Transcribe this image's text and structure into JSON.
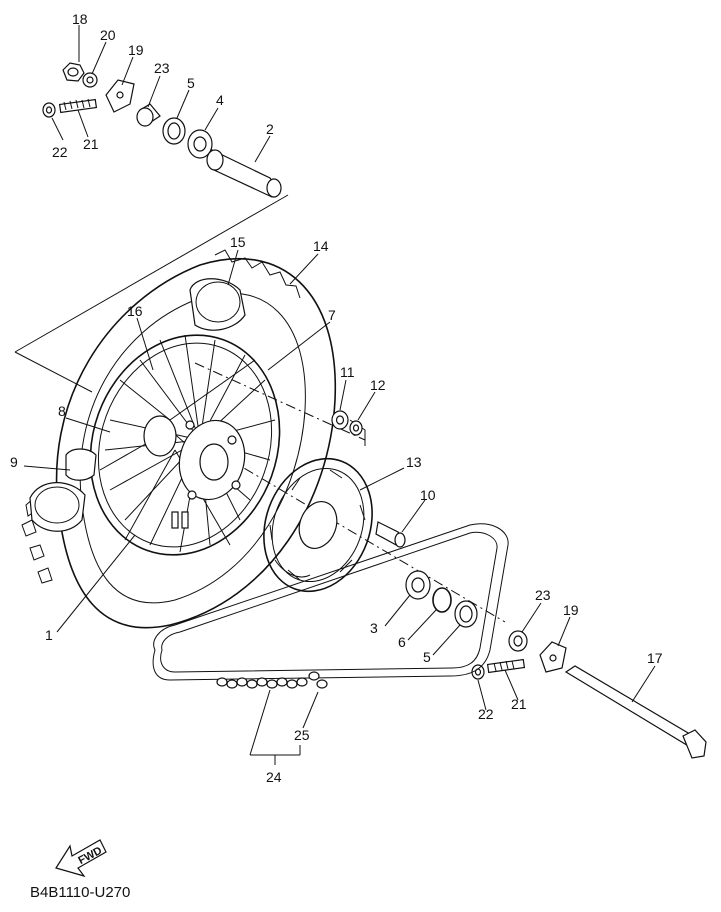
{
  "diagram_code": "B4B1110-U270",
  "fwd_label": "FWD",
  "callouts": [
    {
      "id": "c18",
      "text": "18"
    },
    {
      "id": "c20",
      "text": "20"
    },
    {
      "id": "c19a",
      "text": "19"
    },
    {
      "id": "c23a",
      "text": "23"
    },
    {
      "id": "c5a",
      "text": "5"
    },
    {
      "id": "c4",
      "text": "4"
    },
    {
      "id": "c2",
      "text": "2"
    },
    {
      "id": "c22a",
      "text": "22"
    },
    {
      "id": "c21a",
      "text": "21"
    },
    {
      "id": "c15",
      "text": "15"
    },
    {
      "id": "c14",
      "text": "14"
    },
    {
      "id": "c16",
      "text": "16"
    },
    {
      "id": "c7",
      "text": "7"
    },
    {
      "id": "c11",
      "text": "11"
    },
    {
      "id": "c12",
      "text": "12"
    },
    {
      "id": "c8",
      "text": "8"
    },
    {
      "id": "c13",
      "text": "13"
    },
    {
      "id": "c9",
      "text": "9"
    },
    {
      "id": "c10",
      "text": "10"
    },
    {
      "id": "c3",
      "text": "3"
    },
    {
      "id": "c6",
      "text": "6"
    },
    {
      "id": "c5b",
      "text": "5"
    },
    {
      "id": "c23b",
      "text": "23"
    },
    {
      "id": "c19b",
      "text": "19"
    },
    {
      "id": "c17",
      "text": "17"
    },
    {
      "id": "c22b",
      "text": "22"
    },
    {
      "id": "c21b",
      "text": "21"
    },
    {
      "id": "c1",
      "text": "1"
    },
    {
      "id": "c25",
      "text": "25"
    },
    {
      "id": "c24",
      "text": "24"
    }
  ]
}
